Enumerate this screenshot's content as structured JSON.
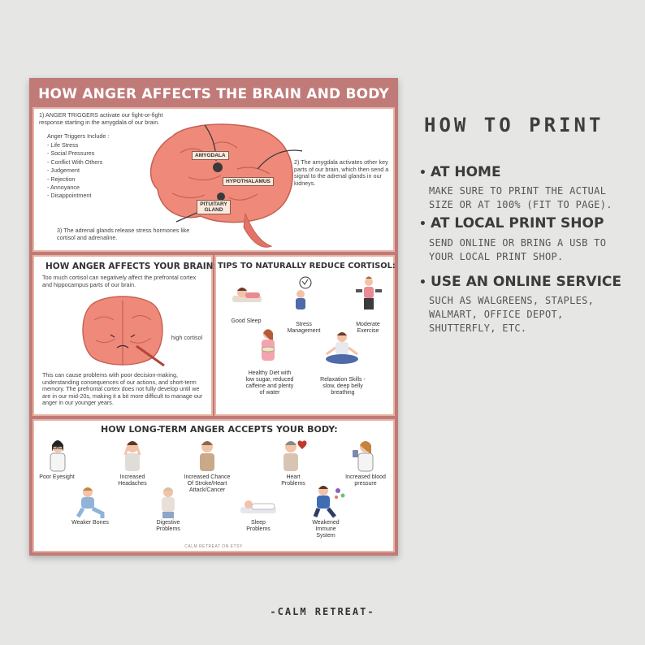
{
  "poster": {
    "title": "HOW ANGER AFFECTS THE BRAIN AND BODY",
    "section1": {
      "step1": "1) ANGER TRIGGERS activate our fight-or-fight response starting in the amygdala of our brain.",
      "triggers_heading": "Anger Triggers Include :",
      "triggers": [
        "- Life Stress",
        "- Social Pressures",
        "- Conflict With Others",
        "- Judgement",
        "- Rejection",
        "- Annoyance",
        "- Disappointment"
      ],
      "step2": "2) The amygdala activates other key parts of our brain, which then send a signal to the adrenal glands in our kidneys.",
      "step3": "3) The adrenal glands release stress hormones like cortisol and adrenaline.",
      "labels": {
        "amygdala": "AMYGDALA",
        "hypothalamus": "HYPOTHALAMUS",
        "pituitary": "PITUITARY GLAND"
      }
    },
    "section2": {
      "heading": "HOW ANGER AFFECTS YOUR BRAIN:",
      "intro": "Too much cortisol can negatively affect the prefrontal cortex and hippocampus parts of our brain.",
      "callout": "high cortisol",
      "body": "This can cause problems with poor decision-making, understanding consequences of our actions, and short-term memory. The prefrontal cortex does not fully develop until we are in our mid-20s, making it a bit more difficult to manage our anger in our younger years."
    },
    "section3": {
      "heading": "TIPS TO NATURALLY REDUCE CORTISOL:",
      "tips": [
        "Good Sleep",
        "Stress Management",
        "Moderate Exercise",
        "Healthy Diet with low sugar, reduced caffeine and plenty of water",
        "Relaxation Skills - slow, deep belly breathing"
      ]
    },
    "section4": {
      "heading": "HOW LONG-TERM ANGER ACCEPTS YOUR BODY:",
      "effects": [
        "Poor Eyesight",
        "Increased Headaches",
        "Increased Chance Of Stroke/Heart Attack/Cancer",
        "Heart Problems",
        "Increased blood pressure",
        "Weaker Bones",
        "Digestive Problems",
        "Sleep Problems",
        "Weakened Immune System"
      ]
    },
    "credit": "CALM RETREAT ON ETSY"
  },
  "print": {
    "title": "HOW TO PRINT",
    "options": [
      {
        "title": "AT HOME",
        "desc": "MAKE SURE TO PRINT THE ACTUAL SIZE OR AT 100% (FIT TO PAGE)."
      },
      {
        "title": "AT LOCAL PRINT SHOP",
        "desc": "SEND ONLINE OR BRING A USB TO YOUR LOCAL PRINT SHOP."
      },
      {
        "title": "USE AN ONLINE SERVICE",
        "desc": "SUCH AS WALGREENS, STAPLES, WALMART, OFFICE DEPOT, SHUTTERFLY, ETC."
      }
    ]
  },
  "brand": "-CALM RETREAT-",
  "colors": {
    "frame": "#c07a78",
    "panel_border": "#e8b4a4",
    "brain": "#ef8a7a",
    "background": "#e6e6e4"
  }
}
